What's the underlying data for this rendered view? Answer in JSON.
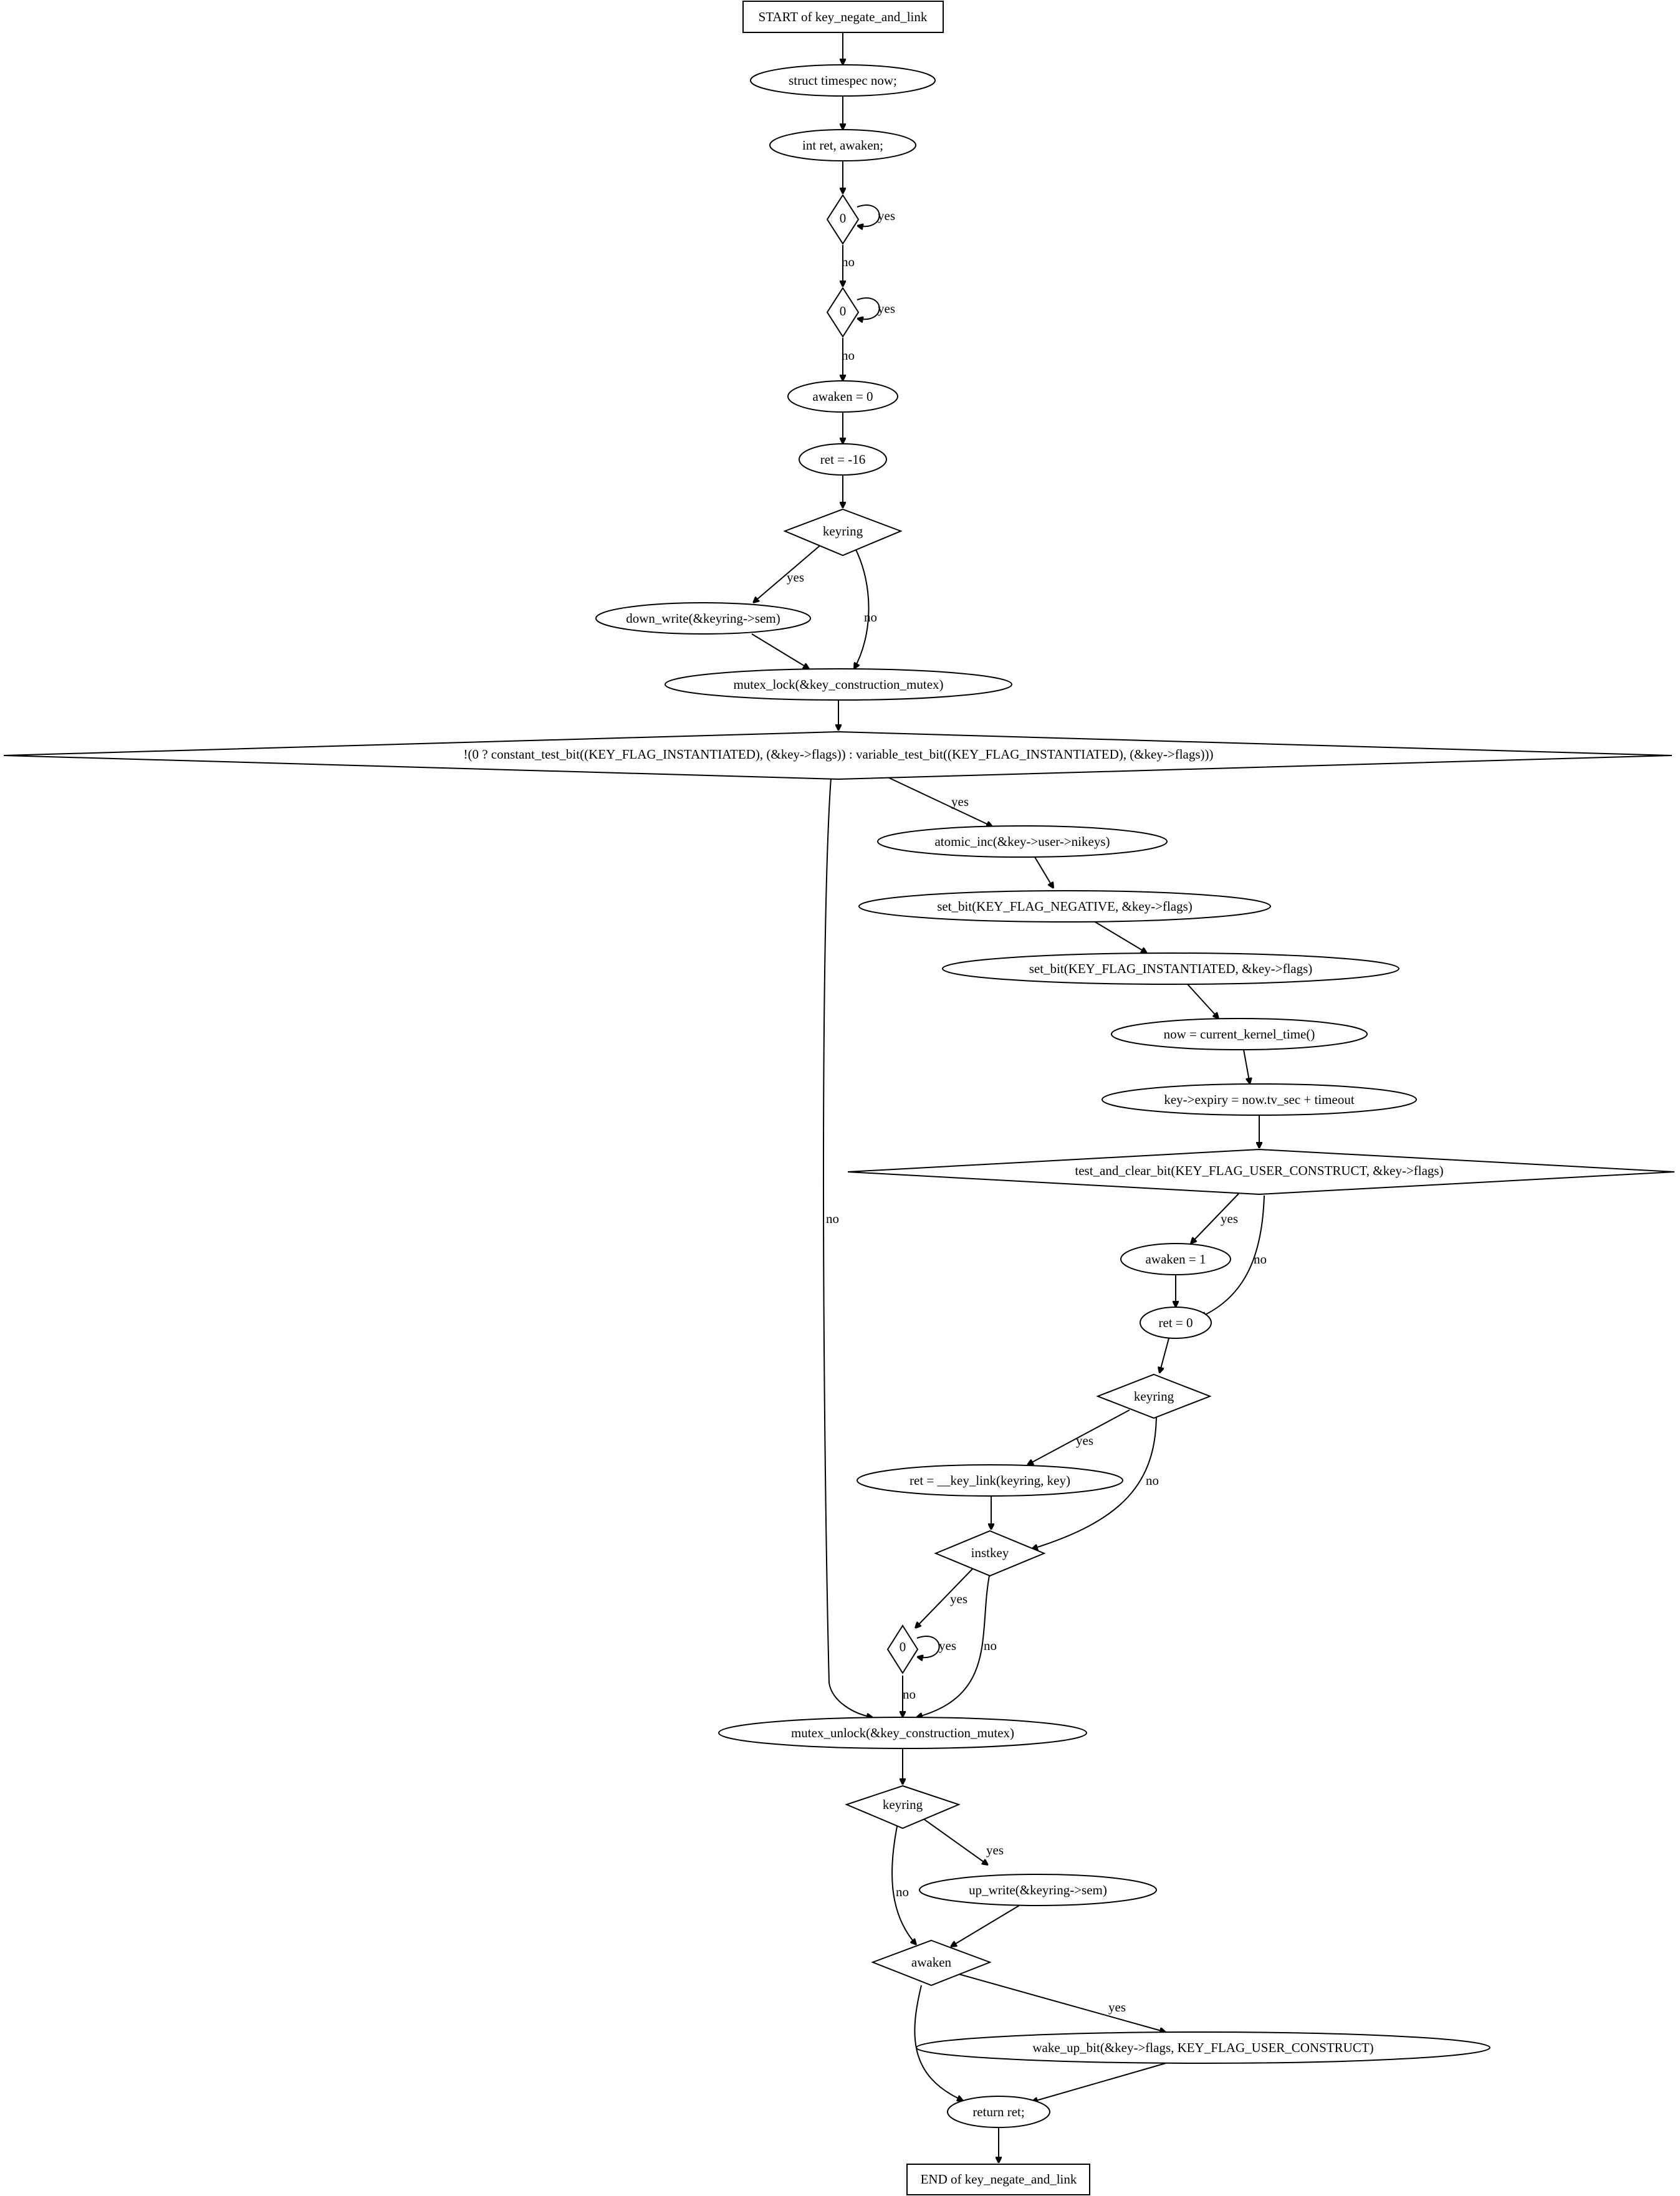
{
  "nodes": {
    "start": "START of key_negate_and_link",
    "decl_now": "struct timespec now;",
    "decl_ret": "int ret, awaken;",
    "cond_zero_1": "0",
    "cond_zero_2": "0",
    "awaken_zero": "awaken = 0",
    "ret_minus16": "ret = -16",
    "cond_keyring_1": "keyring",
    "down_write": "down_write(&keyring->sem)",
    "mutex_lock": "mutex_lock(&key_construction_mutex)",
    "cond_instantiated": "!(0 ? constant_test_bit((KEY_FLAG_INSTANTIATED), (&key->flags)) : variable_test_bit((KEY_FLAG_INSTANTIATED), (&key->flags)))",
    "atomic_inc": "atomic_inc(&key->user->nikeys)",
    "set_bit_negative": "set_bit(KEY_FLAG_NEGATIVE, &key->flags)",
    "set_bit_instantiated": "set_bit(KEY_FLAG_INSTANTIATED, &key->flags)",
    "now_assign": "now = current_kernel_time()",
    "expiry_assign": "key->expiry = now.tv_sec + timeout",
    "cond_test_clear": "test_and_clear_bit(KEY_FLAG_USER_CONSTRUCT, &key->flags)",
    "awaken_one": "awaken = 1",
    "ret_zero": "ret = 0",
    "cond_keyring_2": "keyring",
    "key_link": "ret = __key_link(keyring, key)",
    "cond_instkey": "instkey",
    "cond_zero_3": "0",
    "mutex_unlock": "mutex_unlock(&key_construction_mutex)",
    "cond_keyring_3": "keyring",
    "up_write": "up_write(&keyring->sem)",
    "cond_awaken": "awaken",
    "wake_up_bit": "wake_up_bit(&key->flags, KEY_FLAG_USER_CONSTRUCT)",
    "return_ret": "return ret;",
    "end": "END of key_negate_and_link"
  },
  "edge_labels": {
    "yes": "yes",
    "no": "no"
  },
  "colors": {
    "mutex_lock_fill": "#add8e6",
    "mutex_unlock_fill": "#ffff00",
    "default_fill": "#ffffff",
    "stroke": "#000000"
  }
}
